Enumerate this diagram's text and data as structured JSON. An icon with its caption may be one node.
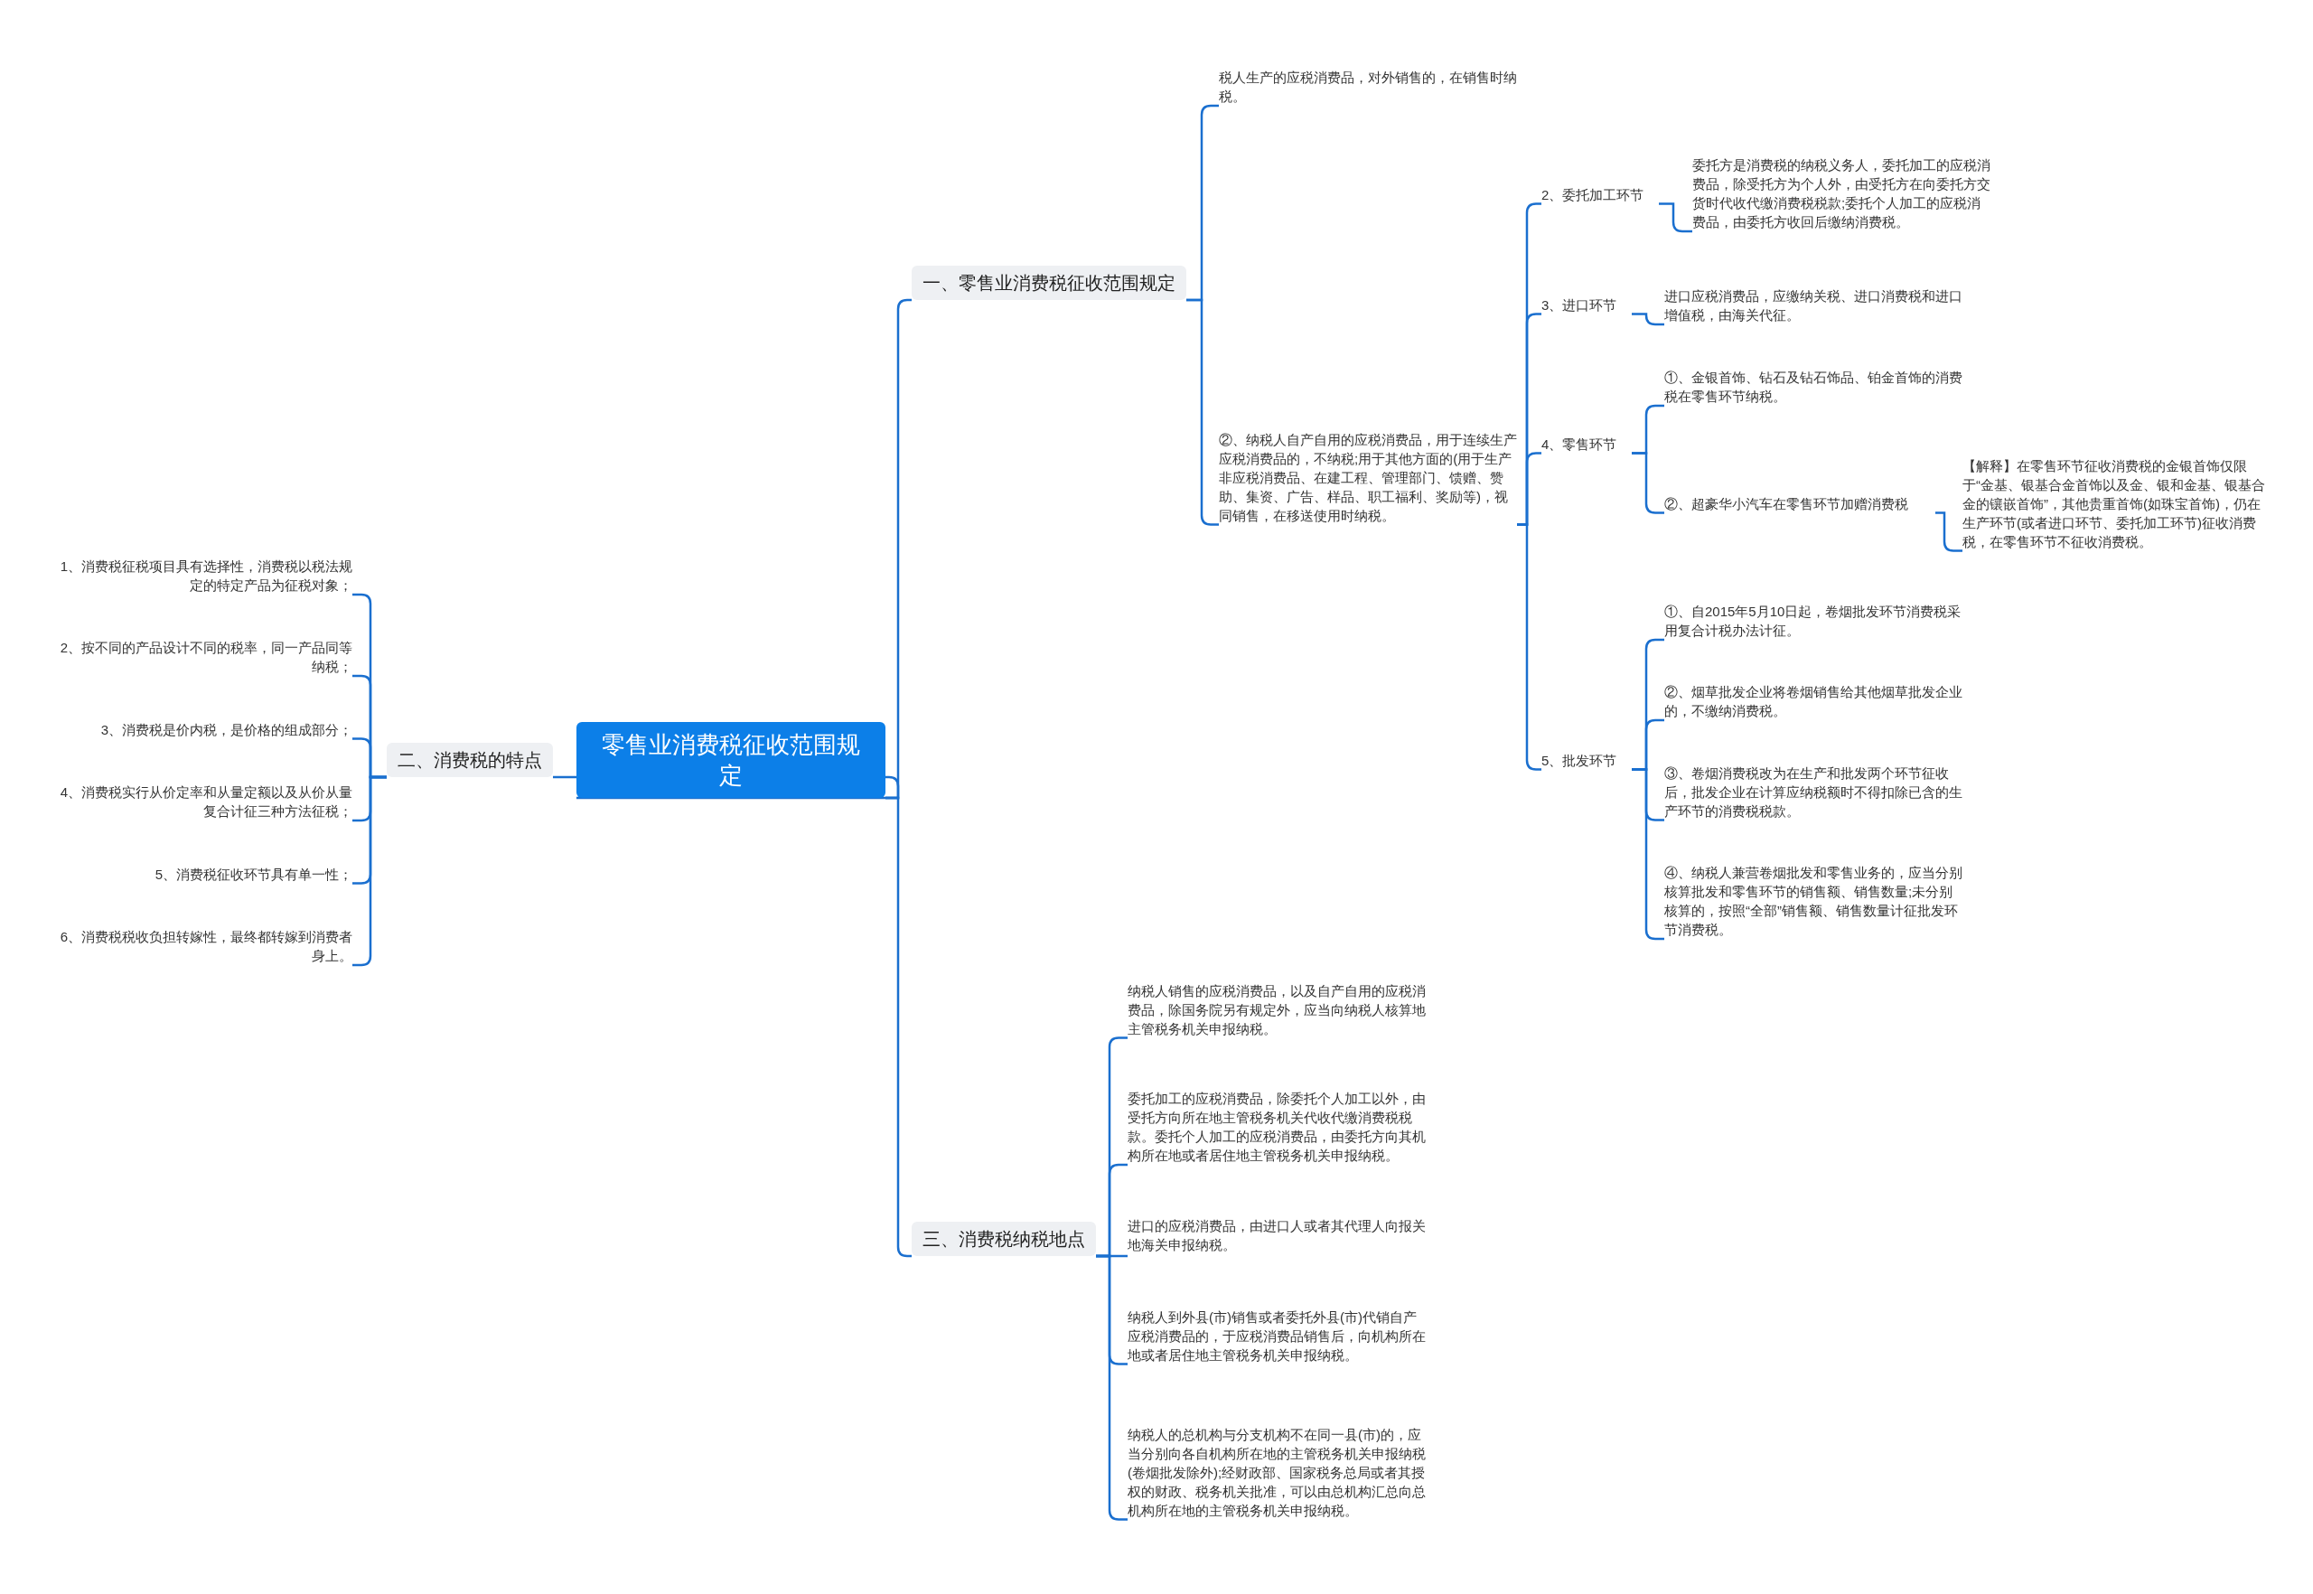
{
  "diagram": {
    "nodes": [
      {
        "text": [
          "零售业消费税征收范围规定"
        ]
      },
      {
        "text": [
          "一、零售业消费税征收范围规定"
        ]
      },
      {
        "text": [
          "税人生产的应税消费品，对外销售的，在销售时纳税。"
        ]
      },
      {
        "text": [
          "②、纳税人自产自用的应税消费品，用于连续生产应税消费品的，不纳税;用于其他方面的(用于生产非应税消费品、在建工程、管理部门、馈赠、赞助、集资、广告、样品、职工福利、奖励等)，视同销售，在移送使用时纳税。"
        ]
      },
      {
        "text": [
          "2、委托加工环节"
        ]
      },
      {
        "text": [
          "委托方是消费税的纳税义务人，委托加工的应税消费品，除受托方为个人外，由受托方在向委托方交货时代收代缴消费税税款;委托个人加工的应税消费品，由委托方收回后缴纳消费税。"
        ]
      },
      {
        "text": [
          "3、进口环节"
        ]
      },
      {
        "text": [
          "进口应税消费品，应缴纳关税、进口消费税和进口增值税，由海关代征。"
        ]
      },
      {
        "text": [
          "4、零售环节"
        ]
      },
      {
        "text": [
          "①、金银首饰、钻石及钻石饰品、铂金首饰的消费税在零售环节纳税。"
        ]
      },
      {
        "text": [
          "②、超豪华小汽车在零售环节加赠消费税"
        ]
      },
      {
        "text": [
          "【解释】在零售环节征收消费税的金银首饰仅限于“金基、银基合金首饰以及金、银和金基、银基合金的镶嵌首饰”，其他贵重首饰(如珠宝首饰)，仍在生产环节(或者进口环节、委托加工环节)征收消费税，在零售环节不征收消费税。"
        ]
      },
      {
        "text": [
          "5、批发环节"
        ]
      },
      {
        "text": [
          "①、自2015年5月10日起，卷烟批发环节消费税采用复合计税办法计征。"
        ]
      },
      {
        "text": [
          "②、烟草批发企业将卷烟销售给其他烟草批发企业的，不缴纳消费税。"
        ]
      },
      {
        "text": [
          "③、卷烟消费税改为在生产和批发两个环节征收后，批发企业在计算应纳税额时不得扣除已含的生产环节的消费税税款。"
        ]
      },
      {
        "text": [
          "④、纳税人兼营卷烟批发和零售业务的，应当分别核算批发和零售环节的销售额、销售数量;未分别核算的，按照“全部”销售额、销售数量计征批发环节消费税。"
        ]
      },
      {
        "text": [
          "二、消费税的特点"
        ]
      },
      {
        "text": [
          "1、消费税征税项目具有选择性，消费税以税法规定的特定产品为征税对象；"
        ]
      },
      {
        "text": [
          "2、按不同的产品设计不同的税率，同一产品同等纳税；"
        ]
      },
      {
        "text": [
          "3、消费税是价内税，是价格的组成部分；"
        ]
      },
      {
        "text": [
          "4、消费税实行从价定率和从量定额以及从价从量复合计征三种方法征税；"
        ]
      },
      {
        "text": [
          "5、消费税征收环节具有单一性；"
        ]
      },
      {
        "text": [
          "6、消费税税收负担转嫁性，最终都转嫁到消费者身上。"
        ]
      },
      {
        "text": [
          "三、消费税纳税地点"
        ]
      },
      {
        "text": [
          "纳税人销售的应税消费品，以及自产自用的应税消费品，除国务院另有规定外，应当向纳税人核算地主管税务机关申报纳税。"
        ]
      },
      {
        "text": [
          "委托加工的应税消费品，除委托个人加工以外，由受托方向所在地主管税务机关代收代缴消费税税款。委托个人加工的应税消费品，由委托方向其机构所在地或者居住地主管税务机关申报纳税。"
        ]
      },
      {
        "text": [
          "进口的应税消费品，由进口人或者其代理人向报关地海关申报纳税。"
        ]
      },
      {
        "text": [
          "纳税人到外县(市)销售或者委托外县(市)代销自产应税消费品的，于应税消费品销售后，向机构所在地或者居住地主管税务机关申报纳税。"
        ]
      },
      {
        "text": [
          "纳税人的总机构与分支机构不在同一县(市)的，应当分别向各自机构所在地的主管税务机关申报纳税(卷烟批发除外);经财政部、国家税务总局或者其授权的财政、税务机关批准，可以由总机构汇总向总机构所在地的主管税务机关申报纳税。"
        ]
      }
    ],
    "edges": [
      {
        "from": 0,
        "to": 1,
        "arrow": "none"
      },
      {
        "from": 1,
        "to": 2,
        "arrow": "none"
      },
      {
        "from": 1,
        "to": 3,
        "arrow": "none"
      },
      {
        "from": 3,
        "to": 4,
        "arrow": "none"
      },
      {
        "from": 4,
        "to": 5,
        "arrow": "none"
      },
      {
        "from": 3,
        "to": 6,
        "arrow": "none"
      },
      {
        "from": 6,
        "to": 7,
        "arrow": "none"
      },
      {
        "from": 3,
        "to": 8,
        "arrow": "none"
      },
      {
        "from": 8,
        "to": 9,
        "arrow": "none"
      },
      {
        "from": 8,
        "to": 10,
        "arrow": "none"
      },
      {
        "from": 10,
        "to": 11,
        "arrow": "none"
      },
      {
        "from": 3,
        "to": 12,
        "arrow": "none"
      },
      {
        "from": 12,
        "to": 13,
        "arrow": "none"
      },
      {
        "from": 12,
        "to": 14,
        "arrow": "none"
      },
      {
        "from": 12,
        "to": 15,
        "arrow": "none"
      },
      {
        "from": 12,
        "to": 16,
        "arrow": "none"
      },
      {
        "from": 0,
        "to": 17,
        "arrow": "none"
      },
      {
        "from": 17,
        "to": 18,
        "arrow": "none"
      },
      {
        "from": 17,
        "to": 19,
        "arrow": "none"
      },
      {
        "from": 17,
        "to": 20,
        "arrow": "none"
      },
      {
        "from": 17,
        "to": 21,
        "arrow": "none"
      },
      {
        "from": 17,
        "to": 22,
        "arrow": "none"
      },
      {
        "from": 17,
        "to": 23,
        "arrow": "none"
      },
      {
        "from": 0,
        "to": 24,
        "arrow": "none"
      },
      {
        "from": 24,
        "to": 25,
        "arrow": "none"
      },
      {
        "from": 24,
        "to": 26,
        "arrow": "none"
      },
      {
        "from": 24,
        "to": 27,
        "arrow": "none"
      },
      {
        "from": 24,
        "to": 28,
        "arrow": "none"
      },
      {
        "from": 24,
        "to": 29,
        "arrow": "none"
      }
    ]
  }
}
